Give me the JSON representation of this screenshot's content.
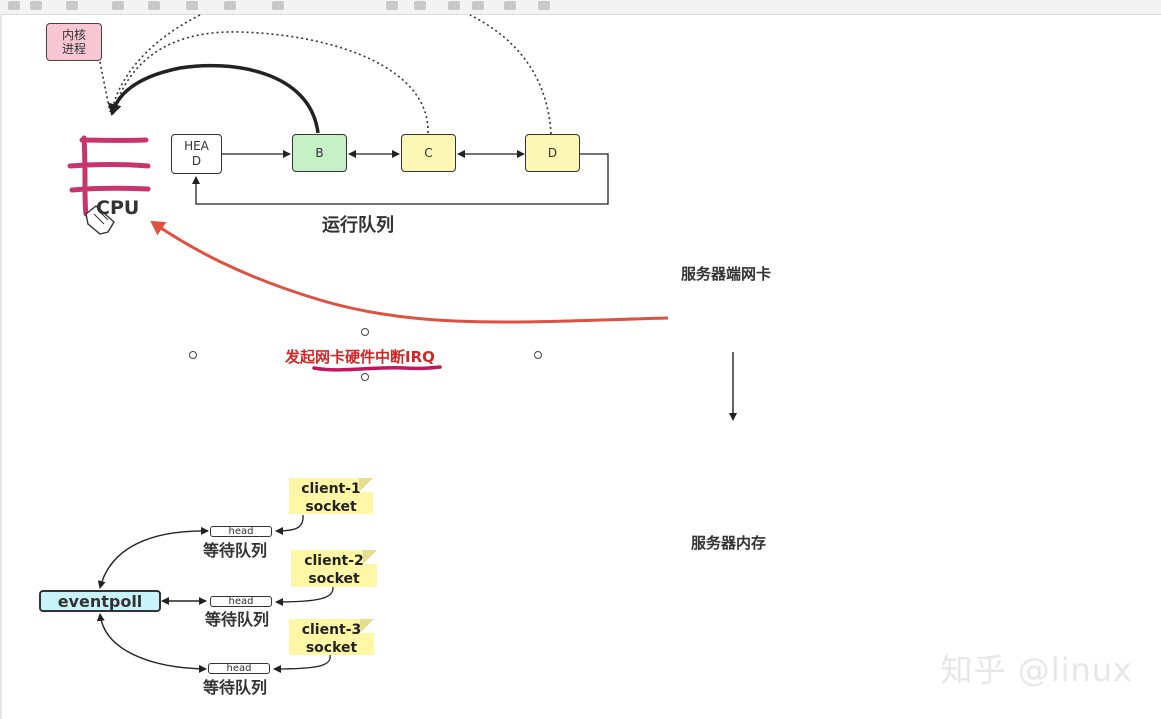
{
  "kernel_process": "内核\n进程",
  "cpu_label": "CPU",
  "run_queue": {
    "label": "运行队列",
    "nodes": [
      "HEA\nD",
      "B",
      "C",
      "D"
    ]
  },
  "nic_label": "服务器端网卡",
  "irq_label": "发起网卡硬件中断IRQ",
  "memory_label": "服务器内存",
  "eventpoll_label": "eventpoll",
  "wait_queues": [
    {
      "head": "head",
      "label": "等待队列",
      "socket": "client-1\nsocket"
    },
    {
      "head": "head",
      "label": "等待队列",
      "socket": "client-2\nsocket"
    },
    {
      "head": "head",
      "label": "等待队列",
      "socket": "client-3\nsocket"
    }
  ],
  "watermark": "知乎 @linux",
  "colors": {
    "kernel_fill": "#f9c6d6",
    "b_fill": "#c6f0c6",
    "cd_fill": "#fdf7b5",
    "eventpoll_fill": "#c9f3fb",
    "note_fill": "#fff7a6",
    "irq_arrow": "#e05040",
    "irq_text": "#d02828",
    "highlight": "#c0185a"
  }
}
